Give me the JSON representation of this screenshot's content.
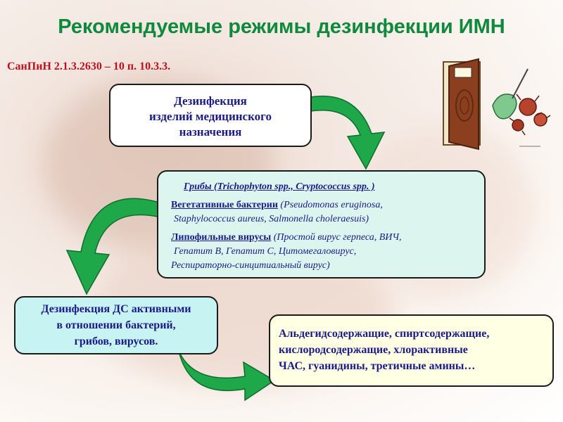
{
  "title": "Рекомендуемые режимы дезинфекции ИМН",
  "subtitle": "СанПиН  2.1.3.2630 – 10  п. 10.3.3.",
  "box_disinfection": {
    "line1": "Дезинфекция",
    "line2": "изделий медицинского",
    "line3": "назначения"
  },
  "box_pathogens": {
    "fungi_label": "Грибы  (Trichophyton spp., Cryptococcus spp. )",
    "bacteria_label": "Вегетативные бактерии",
    "bacteria_detail_1": " (Pseudomonas eruginosa,",
    "bacteria_detail_2": "Staphylococcus aureus, Salmonella choleraesuis)",
    "viruses_label": "Липофильные вирусы",
    "viruses_detail_1": " (Простой вирус герпеса, ВИЧ,",
    "viruses_detail_2": "Гепатит В, Гепатит С, Цитомегаловирус,",
    "viruses_detail_3": "Респираторно-синцитиальный вирус)"
  },
  "box_agents": {
    "line1": "Дезинфекция ДС активными",
    "line2": "в отношении бактерий,",
    "line3": "грибов, вирусов."
  },
  "box_classes": {
    "line1": "Альдегидсодержащие, спиртсодержащие,",
    "line2": "кислородсодержащие, хлорактивные",
    "line3": "ЧАС, гуанидины, третичные амины…"
  },
  "colors": {
    "title": "#0f8a3c",
    "subtitle": "#c0101e",
    "text": "#1a1a8a",
    "arrow": "#1fa84a"
  }
}
